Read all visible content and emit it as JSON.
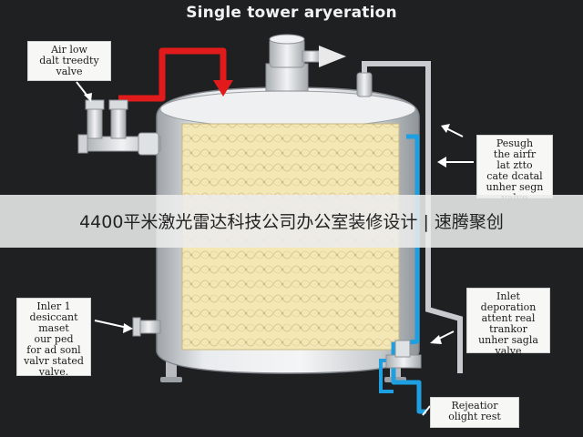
{
  "title": "Single tower aryeration",
  "banner": "4400平米激光雷达科技公司办公室装修设计 | 速腾聚创",
  "callouts": {
    "air_flow_valve": "Air low\ndalt treedty\nvalve",
    "pressure_valve": "Pesugh\nthe airfr\nlat ztto\ncate dcatal\nunher segn\nvalve",
    "inlet_desiccant": "Inler 1\ndesiccant\nmaset\nour ped\nfor ad sonl\nvalvr stated\nvalve.",
    "inlet_depressurization": "Inlet\ndeporation\nattent real\ntrankor\nunher sagla\nvalve",
    "relief_valve": "Rejeatior\nolight rest"
  },
  "colors": {
    "background": "#1f2022",
    "hot_pipe": "#e11b1b",
    "cold_pipe": "#1e9fe0",
    "vessel": "#d8dcdf",
    "desiccant_bed": "#f4e7b6"
  },
  "icons": [
    "arrow-icon",
    "valve-icon",
    "outlet-arrow-icon"
  ]
}
